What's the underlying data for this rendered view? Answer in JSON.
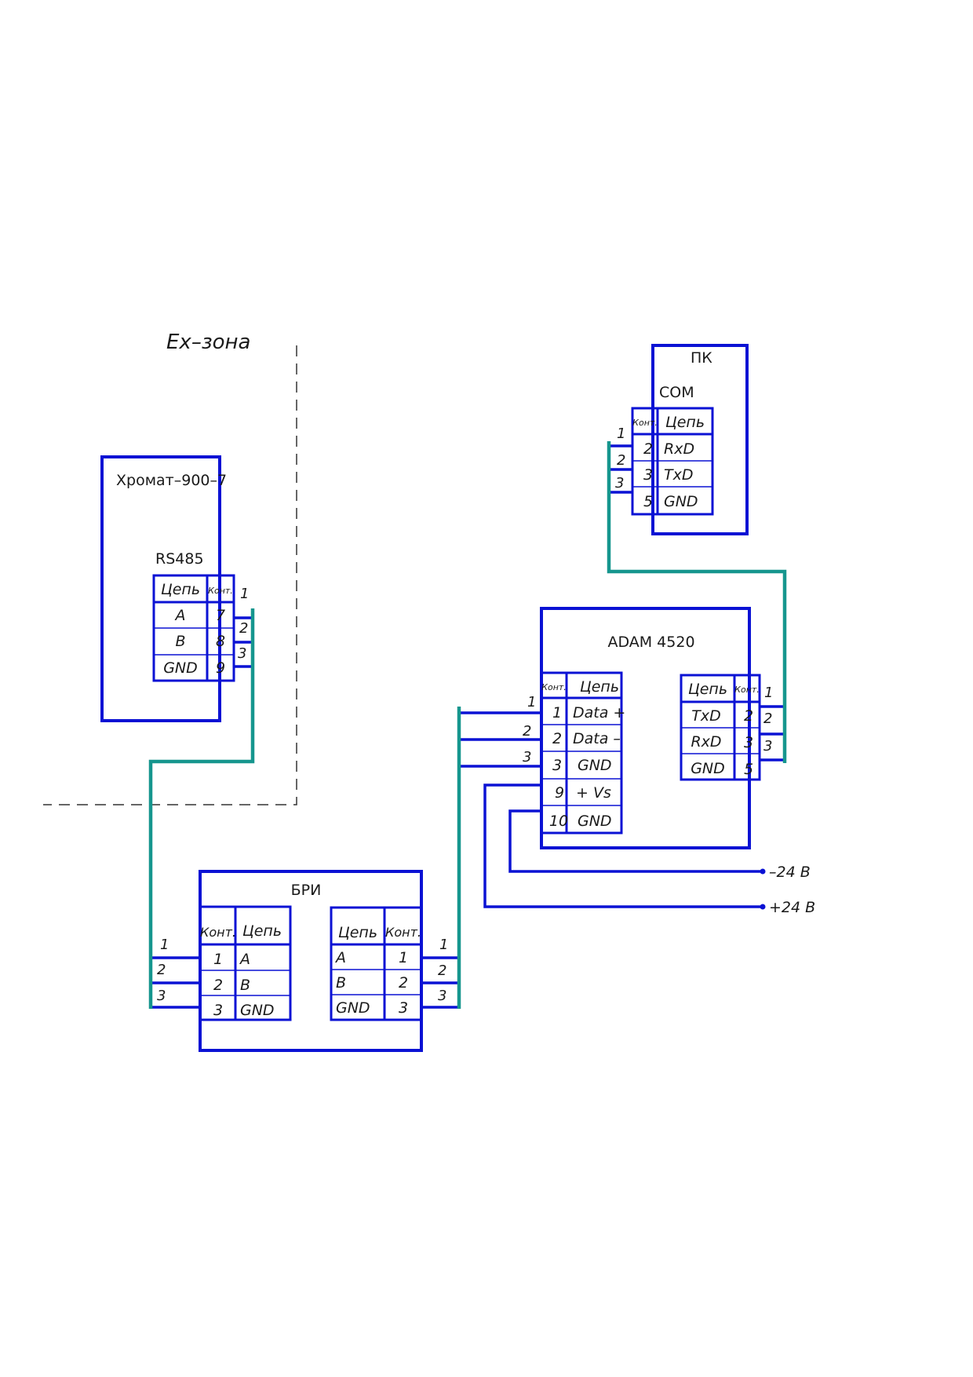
{
  "zone": {
    "label": "Ex–зона"
  },
  "chromatograph": {
    "title": "Хромат–900–7",
    "port": "RS485",
    "head_circuit": "Цепь",
    "head_contact": "Конт.",
    "rows": [
      {
        "circuit": "A",
        "contact": "7",
        "wire": "1"
      },
      {
        "circuit": "B",
        "contact": "8",
        "wire": "2"
      },
      {
        "circuit": "GND",
        "contact": "9",
        "wire": "3"
      }
    ]
  },
  "pc": {
    "title": "ПК",
    "port": "COM",
    "head_contact": "Конт.",
    "head_circuit": "Цепь",
    "rows": [
      {
        "contact": "2",
        "circuit": "RxD",
        "wire": "1"
      },
      {
        "contact": "3",
        "circuit": "TxD",
        "wire": "2"
      },
      {
        "contact": "5",
        "circuit": "GND",
        "wire": "3"
      }
    ]
  },
  "adam": {
    "title": "ADAM 4520",
    "left_head_contact": "Конт.",
    "left_head_circuit": "Цепь",
    "left_rows": [
      {
        "contact": "1",
        "circuit": "Data +",
        "wire": "1"
      },
      {
        "contact": "2",
        "circuit": "Data –",
        "wire": "2"
      },
      {
        "contact": "3",
        "circuit": "GND",
        "wire": "3"
      },
      {
        "contact": "9",
        "circuit": "+ Vs"
      },
      {
        "contact": "10",
        "circuit": "GND"
      }
    ],
    "right_head_circuit": "Цепь",
    "right_head_contact": "Конт.",
    "right_rows": [
      {
        "circuit": "TxD",
        "contact": "2",
        "wire": "1"
      },
      {
        "circuit": "RxD",
        "contact": "3",
        "wire": "2"
      },
      {
        "circuit": "GND",
        "contact": "5",
        "wire": "3"
      }
    ]
  },
  "bri": {
    "title": "БРИ",
    "left_head_contact": "Конт.",
    "left_head_circuit": "Цепь",
    "left_rows": [
      {
        "contact": "1",
        "circuit": "A",
        "wire": "1"
      },
      {
        "contact": "2",
        "circuit": "B",
        "wire": "2"
      },
      {
        "contact": "3",
        "circuit": "GND",
        "wire": "3"
      }
    ],
    "right_head_circuit": "Цепь",
    "right_head_contact": "Конт.",
    "right_rows": [
      {
        "circuit": "A",
        "contact": "1",
        "wire": "1"
      },
      {
        "circuit": "B",
        "contact": "2",
        "wire": "2"
      },
      {
        "circuit": "GND",
        "contact": "3",
        "wire": "3"
      }
    ]
  },
  "power": {
    "minus": "–24 В",
    "plus": "+24 В"
  },
  "colors": {
    "line": "#0b12d4",
    "cable": "#16968e"
  }
}
